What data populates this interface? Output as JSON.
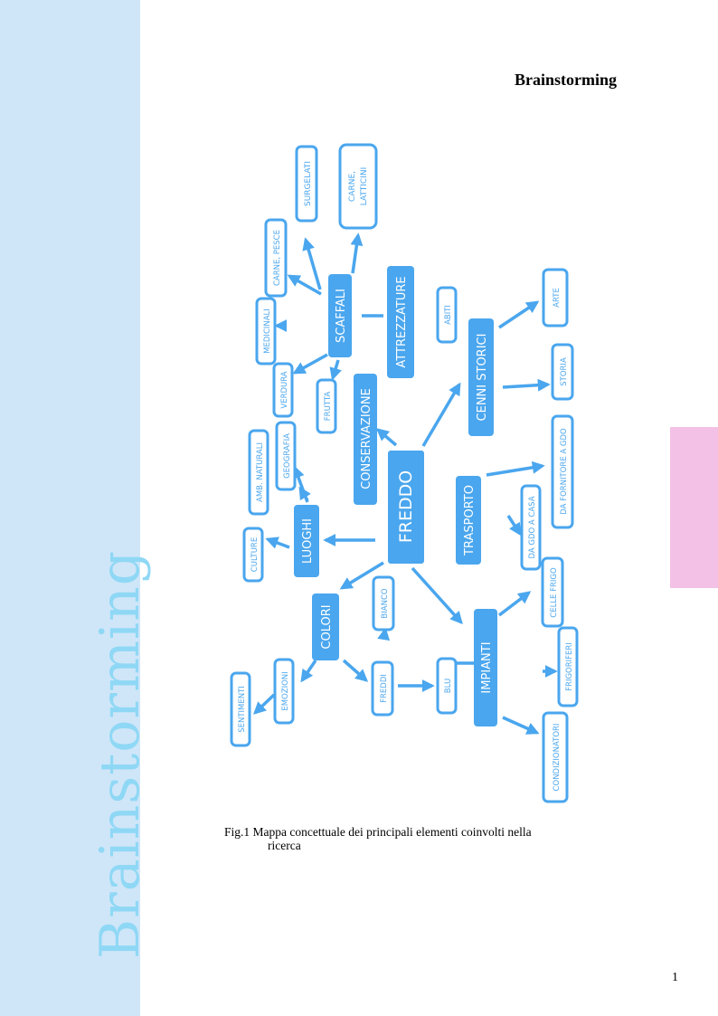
{
  "sidebar": {
    "title": "Brainstorming"
  },
  "header": {
    "title": "Brainstorming"
  },
  "caption": {
    "line1": "Fig.1  Mappa concettuale dei principali elementi coinvolti nella",
    "line2": "ricerca"
  },
  "page_number": "1",
  "colors": {
    "sidebar": "#cfe6f8",
    "sidebar_text": "#8fd8f5",
    "pink_tab": "#f3c1e5",
    "node": "#4aa6ee"
  },
  "diagram": {
    "nodes": {
      "freddo": "FREDDO",
      "conservazione": "CONSERVAZIONE",
      "attrezzature": "ATTREZZATURE",
      "abiti": "ABITI",
      "scaffali": "SCAFFALI",
      "surgelati": "SURGELATI",
      "carne_latticini_1": "CARNE,",
      "carne_latticini_2": "LATTICINI",
      "carne_pesce": "CARNE, PESCE",
      "medicinali": "MEDICINALI",
      "verdura": "VERDURA",
      "frutta": "FRUTTA",
      "cenni_storici": "CENNI STORICI",
      "arte": "ARTE",
      "storia": "STORIA",
      "trasporto": "TRASPORTO",
      "da_fornitore": "DA  FORNITORE A GDO",
      "da_gdo": "DA GDO A CASA",
      "luoghi": "LUOGHI",
      "amb_naturali": "AMB. NATURALI",
      "geografia": "GEOGRAFIA",
      "culture": "CULTURE",
      "colori": "COLORI",
      "bianco": "BIANCO",
      "freddi": "FREDDI",
      "blu": "BLU",
      "emozioni": "EMOZIONI",
      "sentimenti": "SENTIMENTI",
      "impianti": "IMPIANTI",
      "celle_frigo": "CELLE FRIGO",
      "frigoriferi": "FRIGORIFERI",
      "condizionatori": "CONDIZIONATORI"
    }
  }
}
